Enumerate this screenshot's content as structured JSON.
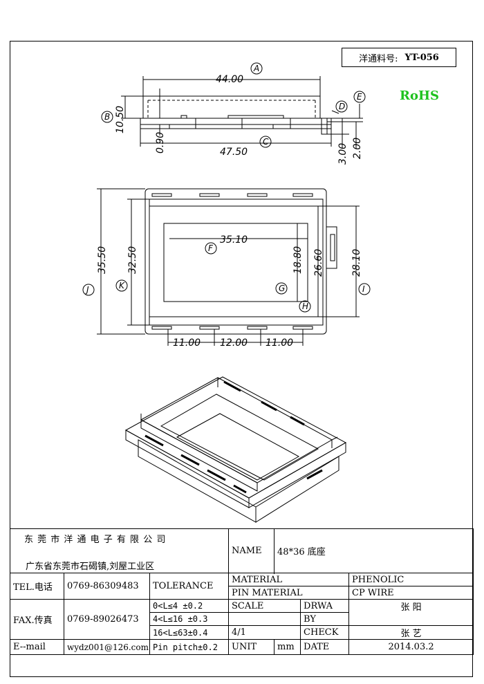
{
  "part_label": "洋通料号:",
  "part_number": "YT-056",
  "rohs": "RoHS",
  "drawing": {
    "side_view": {
      "width_top": "44.00",
      "height": "10.50",
      "base_thickness": "0.90",
      "width_base": "47.50",
      "pin_height_1": "3.00",
      "pin_height_2": "2.00"
    },
    "top_view": {
      "outer_height": "35.50",
      "inner_height": "32.50",
      "window_width": "35.10",
      "window_height": "18.80",
      "inner_right": "26.60",
      "outer_right": "28.10",
      "slot_spacing_1": "11.00",
      "slot_spacing_2": "12.00",
      "slot_spacing_3": "11.00"
    },
    "callouts": [
      "A",
      "B",
      "C",
      "D",
      "E",
      "F",
      "G",
      "H",
      "I",
      "J",
      "K"
    ]
  },
  "title_block": {
    "company": "东 莞 市 洋 通 电 子 有 限 公 司",
    "address": "广东省东莞市石碣镇,刘屋工业区",
    "name_label": "NAME",
    "name_value": "48*36 底座",
    "tel_label": "TEL.电话",
    "tel_value": "0769-86309483",
    "fax_label": "FAX.传真",
    "fax_value": "0769-89026473",
    "email_label": "E--mail",
    "email_value": "wydz001@126.com",
    "tolerance_label": "TOLERANCE",
    "tolerance_lines": [
      "0<L≤4   ±0.2",
      "4<L≤16  ±0.3",
      "16<L≤63±0.4",
      "Pin pitch±0.2"
    ],
    "material_label": "MATERIAL",
    "material_value": "PHENOLIC",
    "pin_material_label": "PIN MATERIAL",
    "pin_material_value": "CP WIRE",
    "scale_label": "SCALE",
    "scale_value": "4/1",
    "drawn_by_label_1": "DRWA",
    "drawn_by_label_2": "BY",
    "drawn_by_value": "张 阳",
    "check_label": "CHECK",
    "check_value": "张 艺",
    "unit_label": "UNIT",
    "unit_value": "mm",
    "date_label": "DATE",
    "date_value": "2014.03.2"
  }
}
